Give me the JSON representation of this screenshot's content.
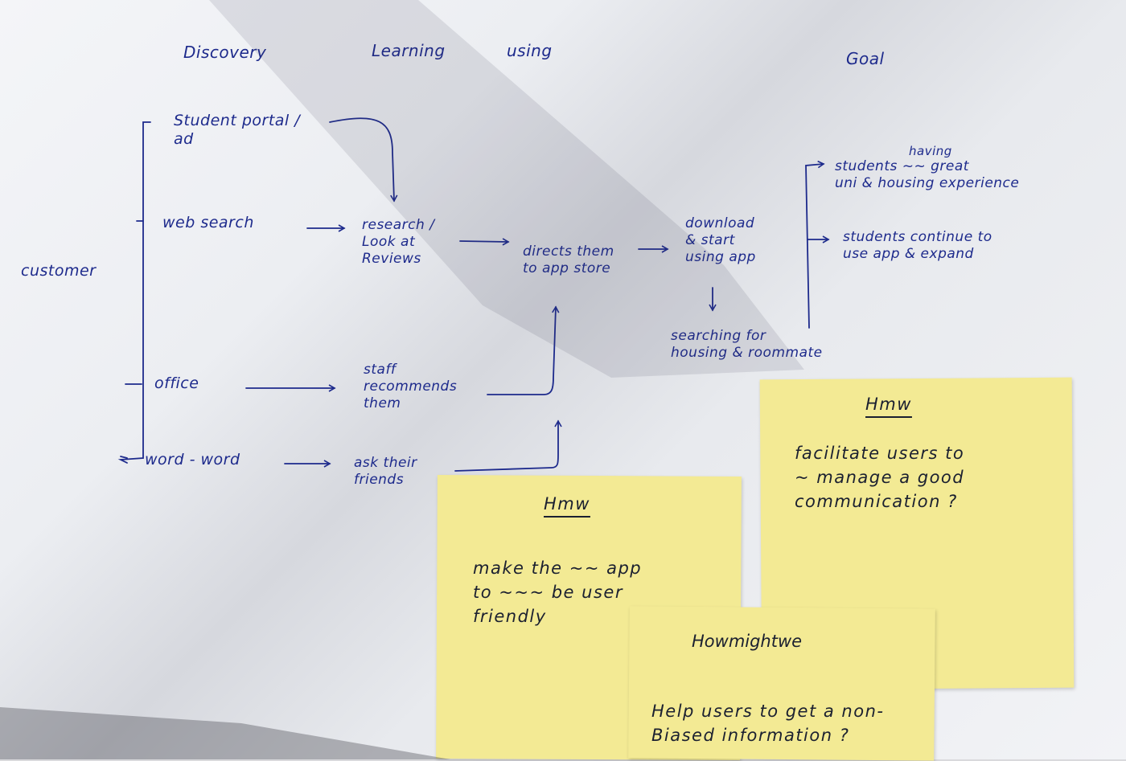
{
  "stages": [
    "Discovery",
    "Learning",
    "using",
    "Goal"
  ],
  "root": "customer",
  "touchpoints": [
    "Student portal /\nad",
    "web search",
    "office",
    "word - word"
  ],
  "learning": [
    "research /\nLook at\nReviews",
    "staff\nrecommends\nthem",
    "ask their\nfriends"
  ],
  "using": {
    "app_store": "directs them\nto app store",
    "download": "download\n& start\nusing app",
    "searching": "searching for\nhousing & roommate"
  },
  "goals": {
    "goal1_having": "having",
    "goal1": "students ~~ great\nuni & housing experience",
    "goal2": "students  continue to\nuse app  & expand"
  },
  "notes": {
    "note1": {
      "title": "Hmw",
      "text": "make the ~~ app\nto ~~~ be user\nfriendly"
    },
    "note2": {
      "title": "Hmw",
      "text": "facilitate  users to\n~ manage  a good\ncommunication ?"
    },
    "note3": {
      "title": "Howmightwe",
      "text": "Help users to get a non-\nBiased information ?"
    }
  },
  "colors": {
    "ink": "#1d2a8c",
    "sticky": "#f3ea94",
    "paper": "#eceef2"
  }
}
